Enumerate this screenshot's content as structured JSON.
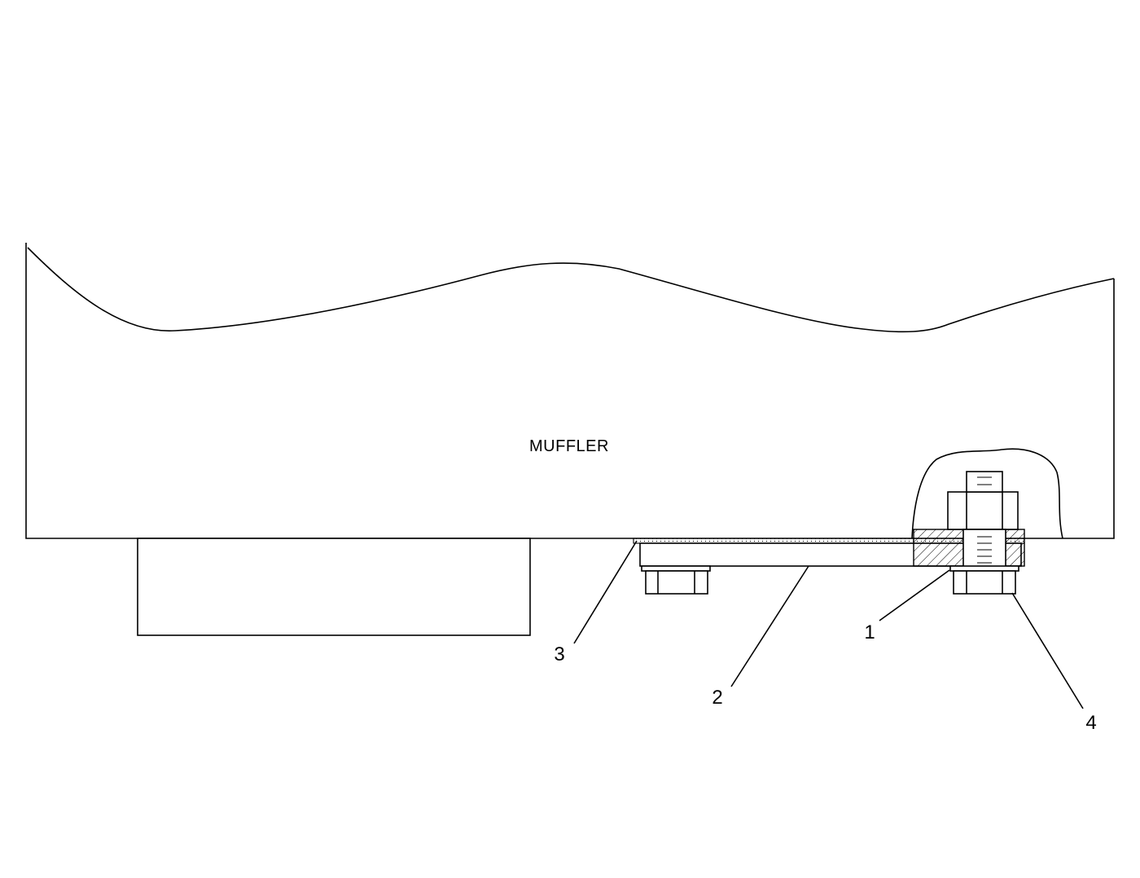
{
  "diagram": {
    "main_label": "MUFFLER",
    "callouts": [
      {
        "id": "1",
        "text": "1"
      },
      {
        "id": "2",
        "text": "2"
      },
      {
        "id": "3",
        "text": "3"
      },
      {
        "id": "4",
        "text": "4"
      }
    ],
    "line_color": "#000000",
    "background": "#ffffff"
  }
}
